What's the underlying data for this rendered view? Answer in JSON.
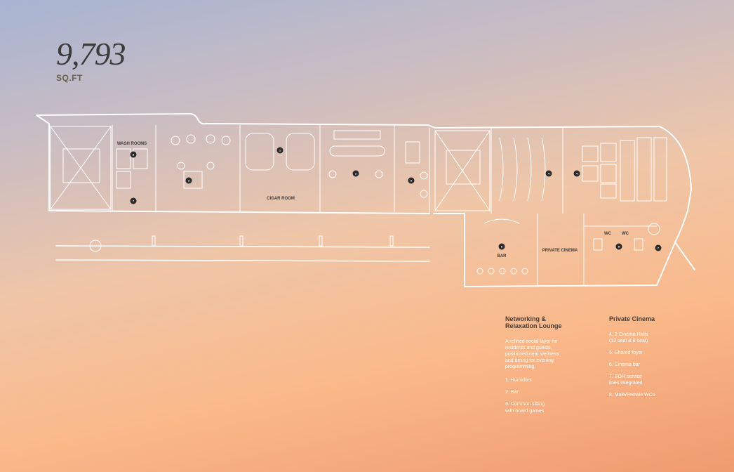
{
  "header": {
    "area_value": "9,793",
    "area_unit": "SQ.FT"
  },
  "rooms": {
    "wash_rooms": "WASH ROOMS",
    "cigar_room": "CIGAR ROOM",
    "bar": "BAR",
    "private_cinema": "PRIVATE CINEMA",
    "wc_1": "WC",
    "wc_2": "WC"
  },
  "markers": [
    {
      "id": "m-1",
      "label": "1"
    },
    {
      "id": "m-2",
      "label": "2"
    },
    {
      "id": "m-3",
      "label": "3"
    },
    {
      "id": "m-4a",
      "label": "4"
    },
    {
      "id": "m-4b",
      "label": "4"
    },
    {
      "id": "m-5",
      "label": "5"
    },
    {
      "id": "m-6",
      "label": "6"
    },
    {
      "id": "m-7a",
      "label": "7"
    },
    {
      "id": "m-7b",
      "label": "7"
    },
    {
      "id": "m-8a",
      "label": "8"
    },
    {
      "id": "m-8b",
      "label": "8"
    }
  ],
  "legend_networking": {
    "title": "Networking & Relaxation Lounge",
    "description": "A refined social layer for residents and guests, positioned near wellness and dining for evening programming.",
    "items": [
      "1. Humidors",
      "2. Bar",
      "3. Common sitting\n    with board games"
    ]
  },
  "legend_cinema": {
    "title": "Private Cinema",
    "items": [
      "4. 2 Cinema Halls\n    (12 seat & 8 seat)",
      "5. Shared foyer",
      "6. Cinema bar",
      "7. BOH service\n    lines integrated",
      "8. Male/Female WCs"
    ]
  },
  "colors": {
    "plan_line": "#ffffff",
    "text_dark": "#3b3b3b",
    "unit_text": "#6b6049",
    "heading": "#4a3a2e"
  }
}
